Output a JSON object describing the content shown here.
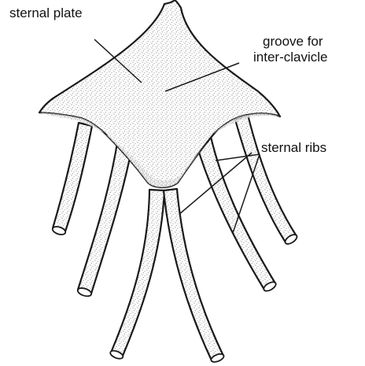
{
  "labels": {
    "sternal_plate": "sternal plate",
    "groove_line1": "groove for",
    "groove_line2": "inter-clavicle",
    "sternal_ribs": "sternal ribs"
  },
  "colors": {
    "ink": "#1a1a1a",
    "background": "#ffffff"
  }
}
